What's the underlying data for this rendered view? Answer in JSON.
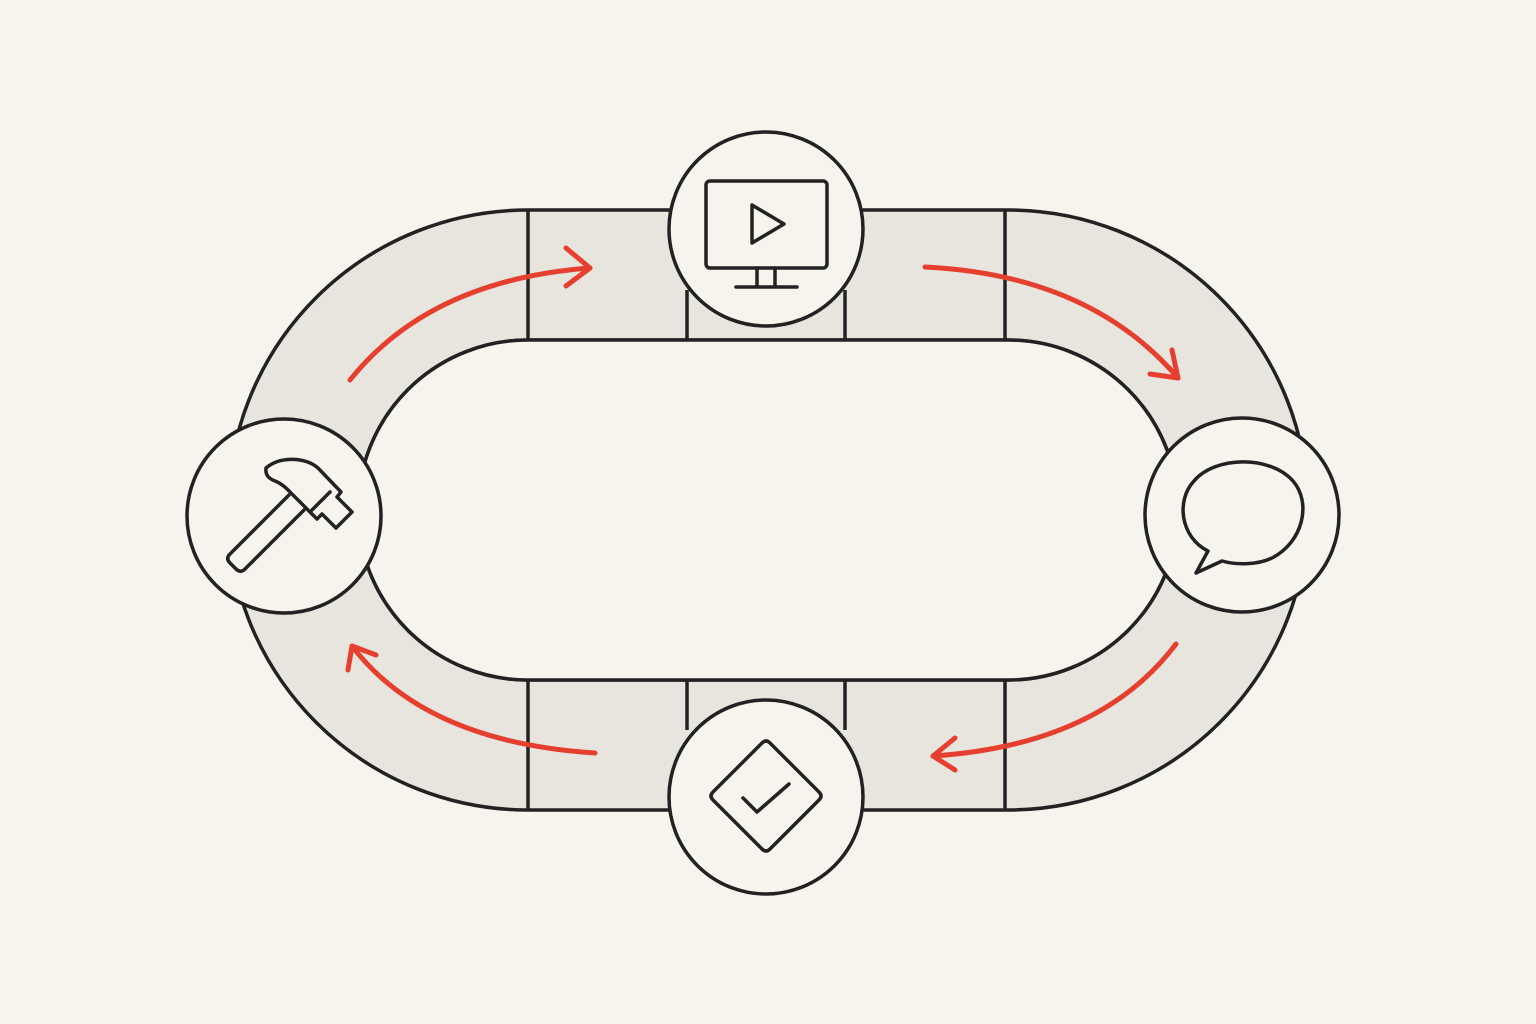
{
  "diagram": {
    "type": "cycle",
    "colors": {
      "background": "#f7f4ee",
      "track_fill": "#e8e5de",
      "outline": "#222222",
      "node_fill": "#f7f4ee",
      "arrow": "#e5402f"
    },
    "nodes": [
      {
        "position": "top",
        "icon": "monitor-play-icon"
      },
      {
        "position": "right",
        "icon": "speech-bubble-icon"
      },
      {
        "position": "bottom",
        "icon": "diamond-check-icon"
      },
      {
        "position": "left",
        "icon": "hammer-icon"
      }
    ],
    "arrows": [
      {
        "from": "hammer-icon",
        "to": "monitor-play-icon"
      },
      {
        "from": "monitor-play-icon",
        "to": "speech-bubble-icon"
      },
      {
        "from": "speech-bubble-icon",
        "to": "diamond-check-icon"
      },
      {
        "from": "diamond-check-icon",
        "to": "hammer-icon"
      }
    ],
    "labels": []
  }
}
